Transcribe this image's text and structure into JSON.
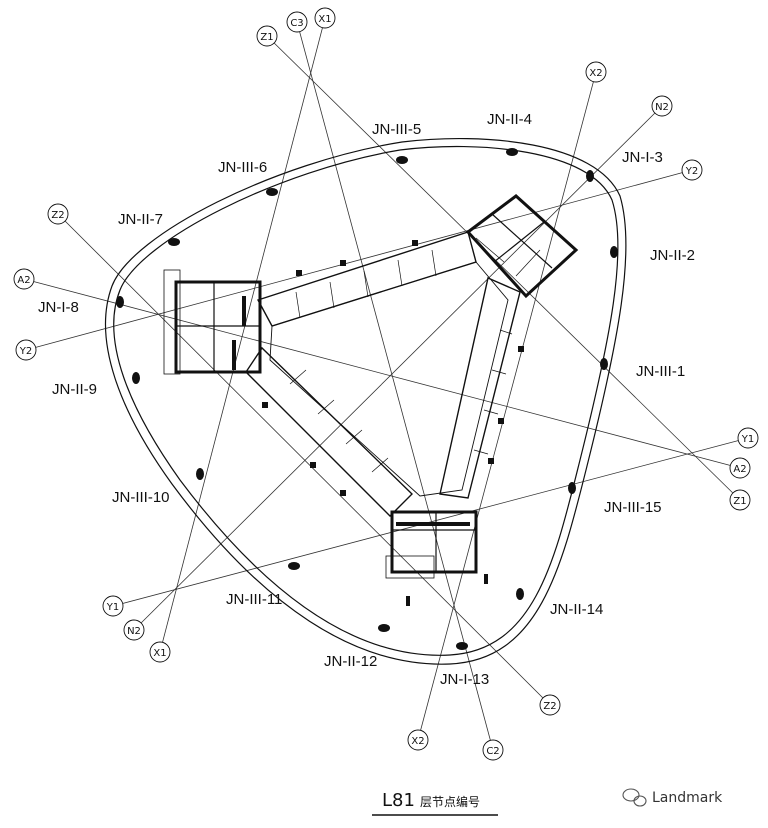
{
  "title": {
    "main": "L81",
    "sub": "层节点编号"
  },
  "watermark": "Landmark",
  "node_labels": [
    "JN-III-5",
    "JN-II-4",
    "JN-I-3",
    "JN-III-6",
    "JN-II-7",
    "JN-II-2",
    "JN-I-8",
    "JN-III-1",
    "JN-II-9",
    "JN-III-10",
    "JN-III-15",
    "JN-III-11",
    "JN-II-14",
    "JN-II-12",
    "JN-I-13"
  ],
  "axis_bubbles": [
    "Z1",
    "C3",
    "X1",
    "X2",
    "N2",
    "Y2",
    "Z2",
    "A2",
    "Y2",
    "Y1",
    "A2",
    "Z1",
    "Y1",
    "N2",
    "X1",
    "Z2",
    "X2",
    "C2"
  ]
}
